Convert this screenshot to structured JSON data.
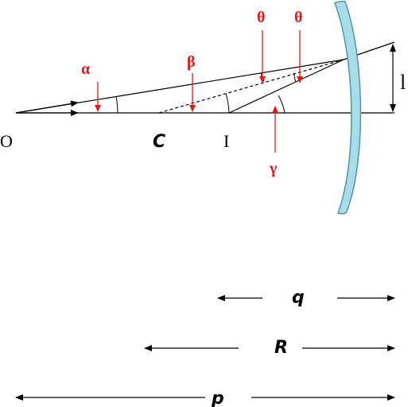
{
  "labels": {
    "object_point": "O",
    "center": "C",
    "image_point": "I",
    "height": "l",
    "alpha": "α",
    "beta": "β",
    "theta_1": "θ",
    "theta_2": "θ",
    "gamma": "γ",
    "q": "q",
    "R": "R",
    "p": "p"
  },
  "colors": {
    "line": "#000000",
    "accent": "#e01818",
    "mirror_fill": "#a8dce6",
    "mirror_stroke": "#4f97a8"
  }
}
